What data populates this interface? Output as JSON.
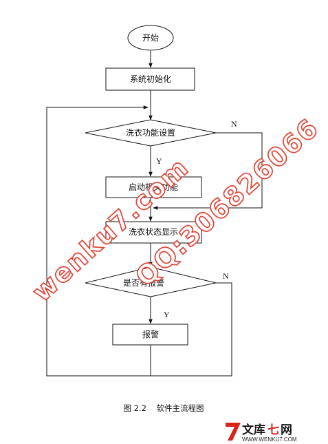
{
  "flowchart": {
    "start": "开始",
    "init": "系统初始化",
    "decision1": "洗衣功能设置",
    "process_func": "启动相关功能",
    "display": "洗衣状态显示",
    "decision2": "是否有报警",
    "alarm": "报警",
    "yes_label_1": "Y",
    "no_label_1": "N",
    "yes_label_2": "Y",
    "no_label_2": "N"
  },
  "caption": "图 2.2    软件主流程图",
  "watermark": {
    "site": "wenku7.com",
    "qq": "QQ:306826066",
    "color": "#e04a3c"
  },
  "logo": {
    "mark": "7",
    "name_part1": "文库",
    "name_part2": "七",
    "name_part3": "网",
    "url": "WWW.WENKU7.COM",
    "red": "#d9251c",
    "dark": "#1a1a1a"
  }
}
